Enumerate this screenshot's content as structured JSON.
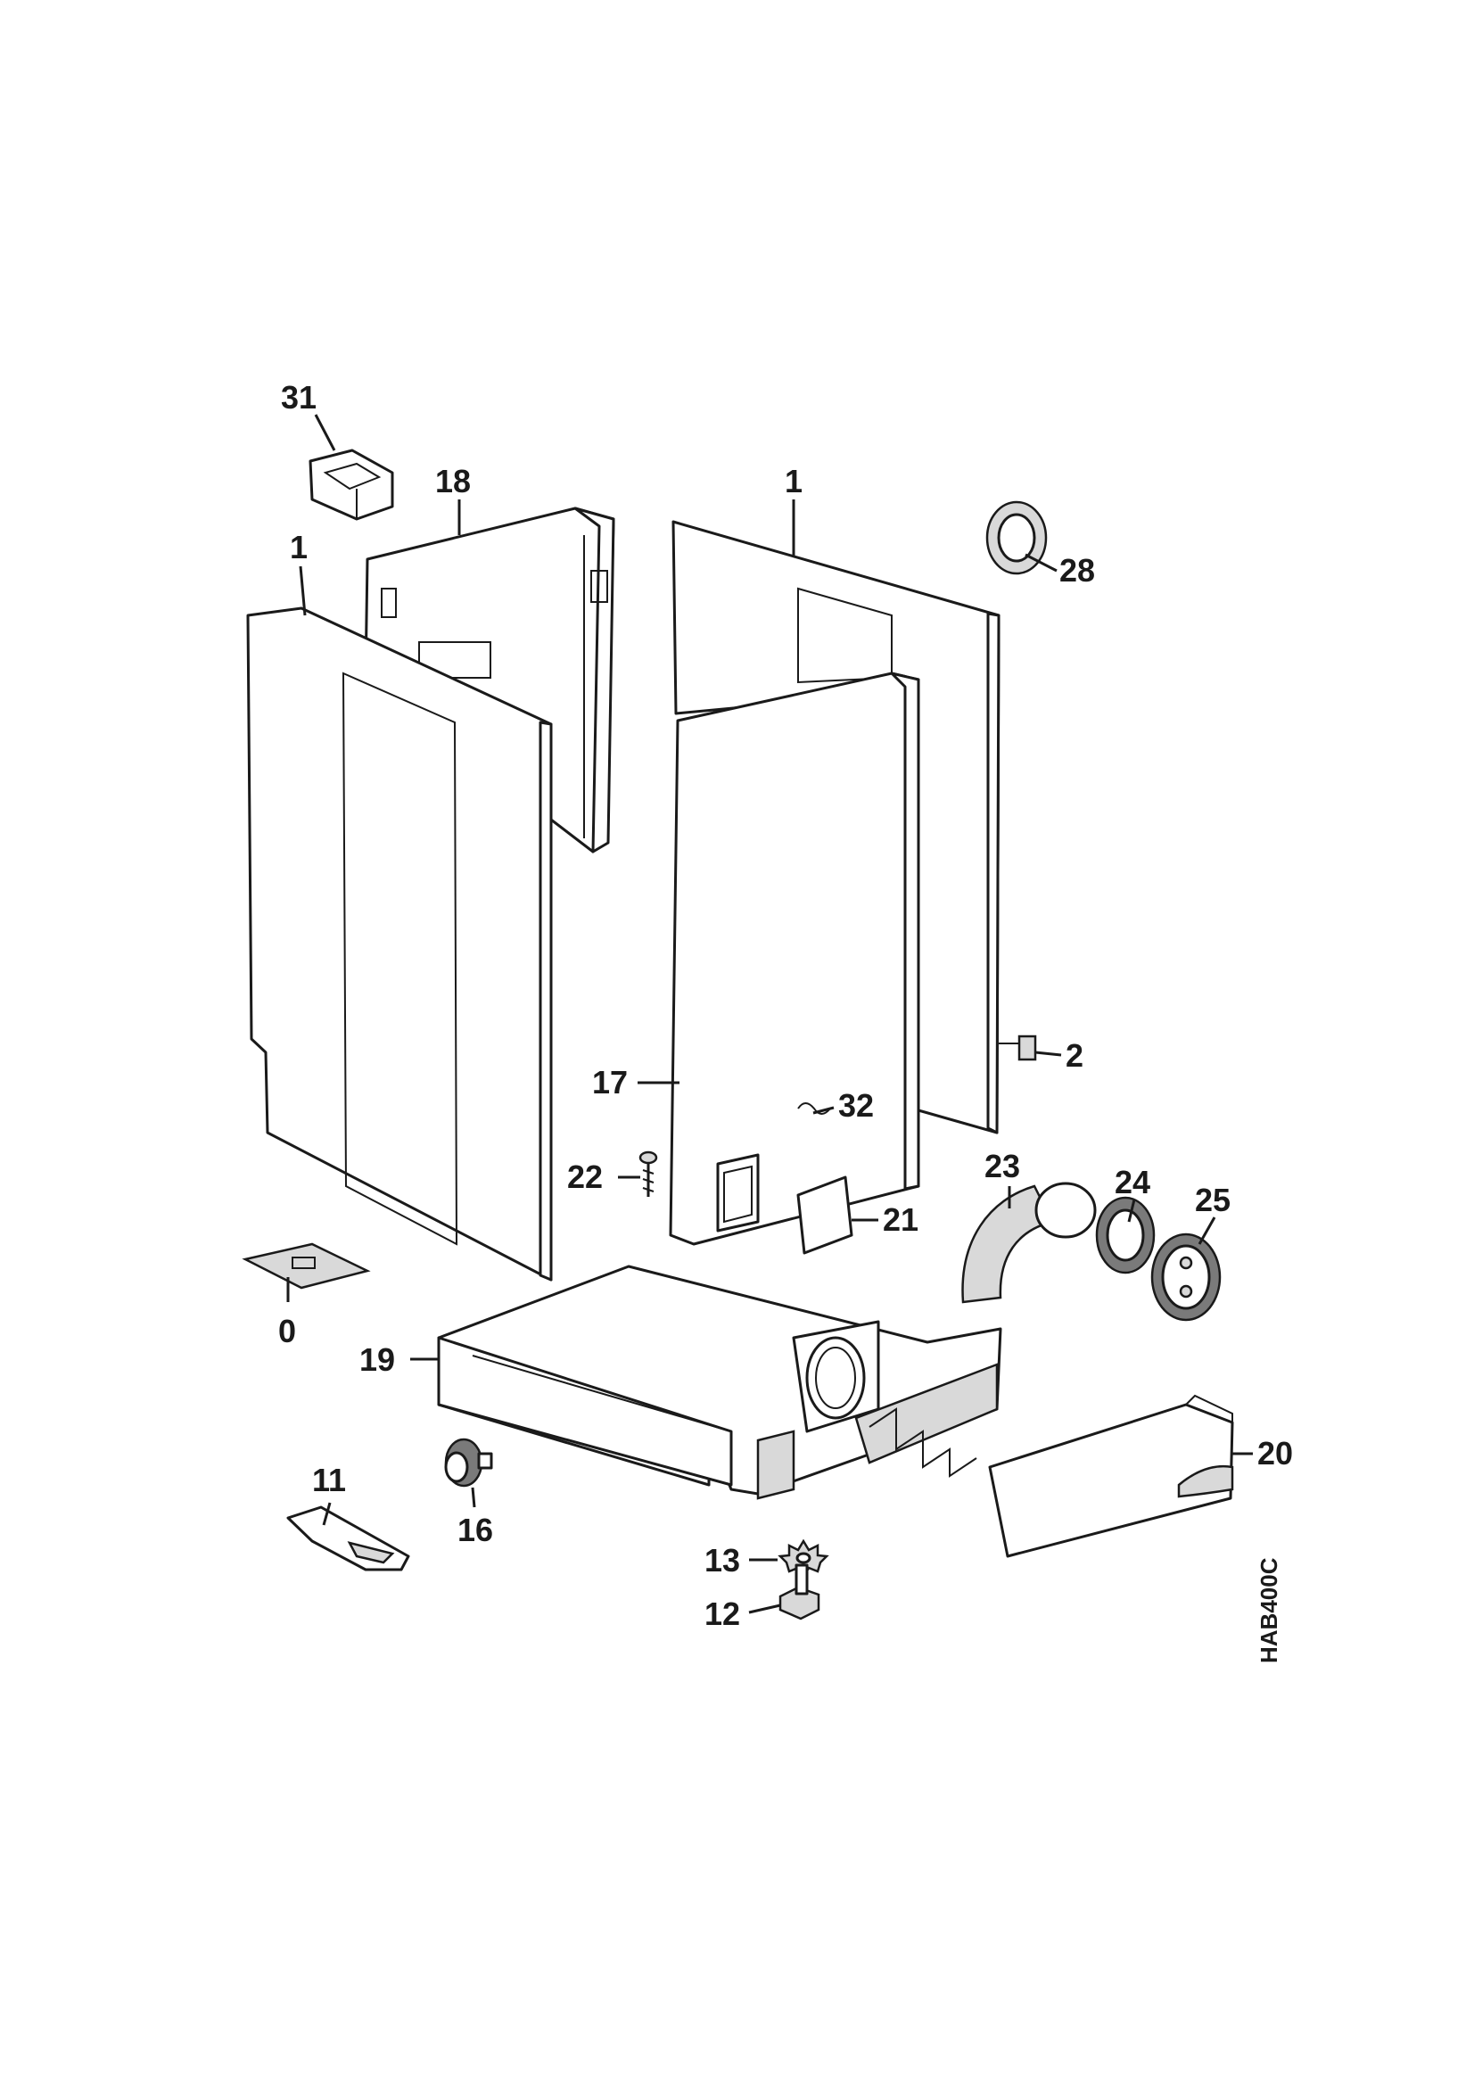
{
  "callouts": {
    "c31": "31",
    "c18": "18",
    "c1_left": "1",
    "c1_right": "1",
    "c28": "28",
    "c2": "2",
    "c17": "17",
    "c32": "32",
    "c22": "22",
    "c21": "21",
    "c23": "23",
    "c24": "24",
    "c25": "25",
    "c0": "0",
    "c19": "19",
    "c20": "20",
    "c11": "11",
    "c16": "16",
    "c13": "13",
    "c12": "12"
  },
  "drawing_code": "HAB400C"
}
